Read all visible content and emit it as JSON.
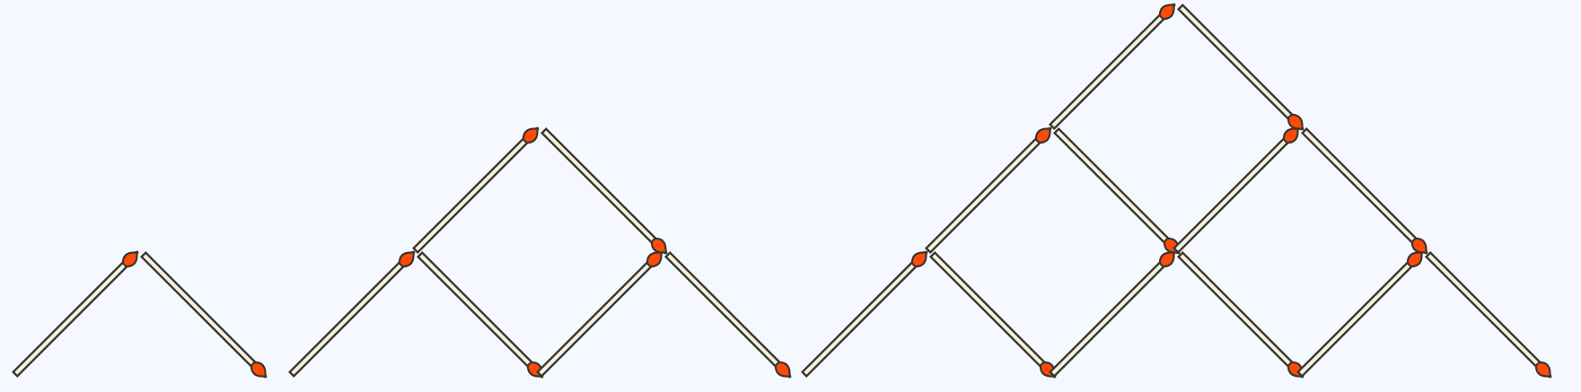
{
  "figures": [
    {
      "name": "figure-1",
      "rows": 1,
      "matchstick_count": 2
    },
    {
      "name": "figure-2",
      "rows": 2,
      "matchstick_count": 6
    },
    {
      "name": "figure-3",
      "rows": 3,
      "matchstick_count": 12
    }
  ],
  "colors": {
    "background": "#f5f9ff",
    "stick_fill": "#f6f0df",
    "stick_outline": "#3a3530",
    "head_fill": "#ff4a08",
    "head_outline": "#3a3530"
  },
  "icons": {
    "matchstick": "matchstick-icon",
    "match_head": "match-head-icon"
  }
}
